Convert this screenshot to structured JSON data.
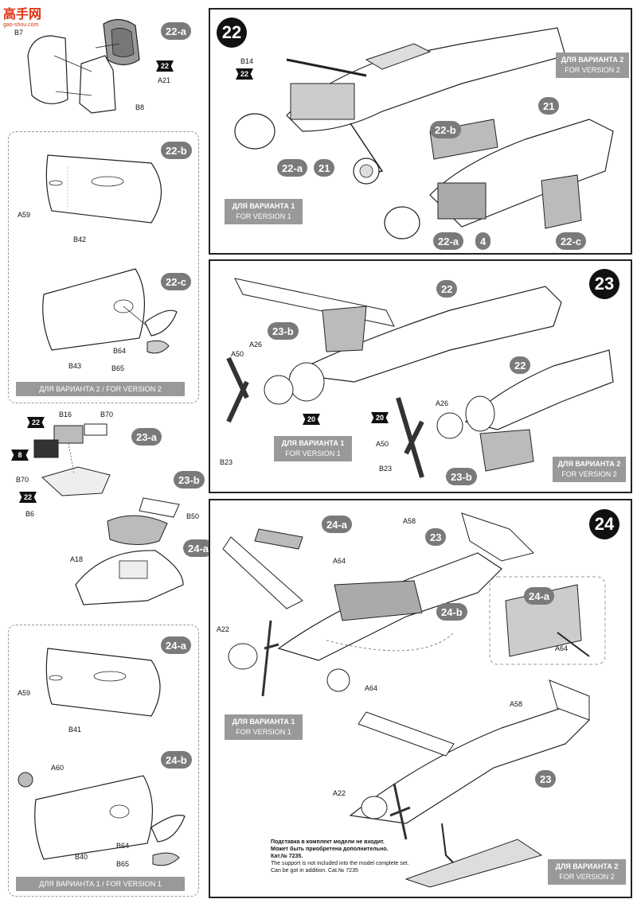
{
  "watermark": {
    "title": "高手网",
    "subtitle": "gao-shou.com"
  },
  "steps": {
    "s22": "22",
    "s23": "23",
    "s24": "24",
    "s22a": "22-a",
    "s22b": "22-b",
    "s22c": "22-c",
    "s23a": "23-a",
    "s23b": "23-b",
    "s24a": "24-a",
    "s24b": "24-b"
  },
  "version": {
    "v1_ru": "ДЛЯ ВАРИАНТА 1",
    "v1_en": "FOR VERSION  1",
    "v2_ru": "ДЛЯ ВАРИАНТА 2",
    "v2_en": "FOR VERSION  2",
    "bar_v2": "ДЛЯ ВАРИАНТА 2  /  FOR VERSION  2",
    "bar_v1": "ДЛЯ ВАРИАНТА 1  /  FOR VERSION  1"
  },
  "parts": {
    "b7": "B7",
    "a21": "A21",
    "b8": "B8",
    "a59": "A59",
    "b42": "B42",
    "b43": "B43",
    "b64": "B64",
    "b65": "B65",
    "b16": "B16",
    "b70": "B70",
    "b6": "B6",
    "b50": "B50",
    "a18": "A18",
    "b41": "B41",
    "a60": "A60",
    "b40": "B40",
    "b14": "B14",
    "a50": "A50",
    "a26": "A26",
    "b23": "B23",
    "a58": "A58",
    "a64": "A64",
    "a22": "A22",
    "n4": "4",
    "n8": "8",
    "n20": "20",
    "n21": "21",
    "n22": "22",
    "n23": "23"
  },
  "stand_note": {
    "ru1": "Подставка в комплект модели не входит.",
    "ru2": "Может быть приобретена дополнительно.",
    "ru3": "Кат.№ 7235.",
    "en1": "The support is not included into the model complete set.",
    "en2": "Can be got in addition. Cat.№ 7235"
  }
}
